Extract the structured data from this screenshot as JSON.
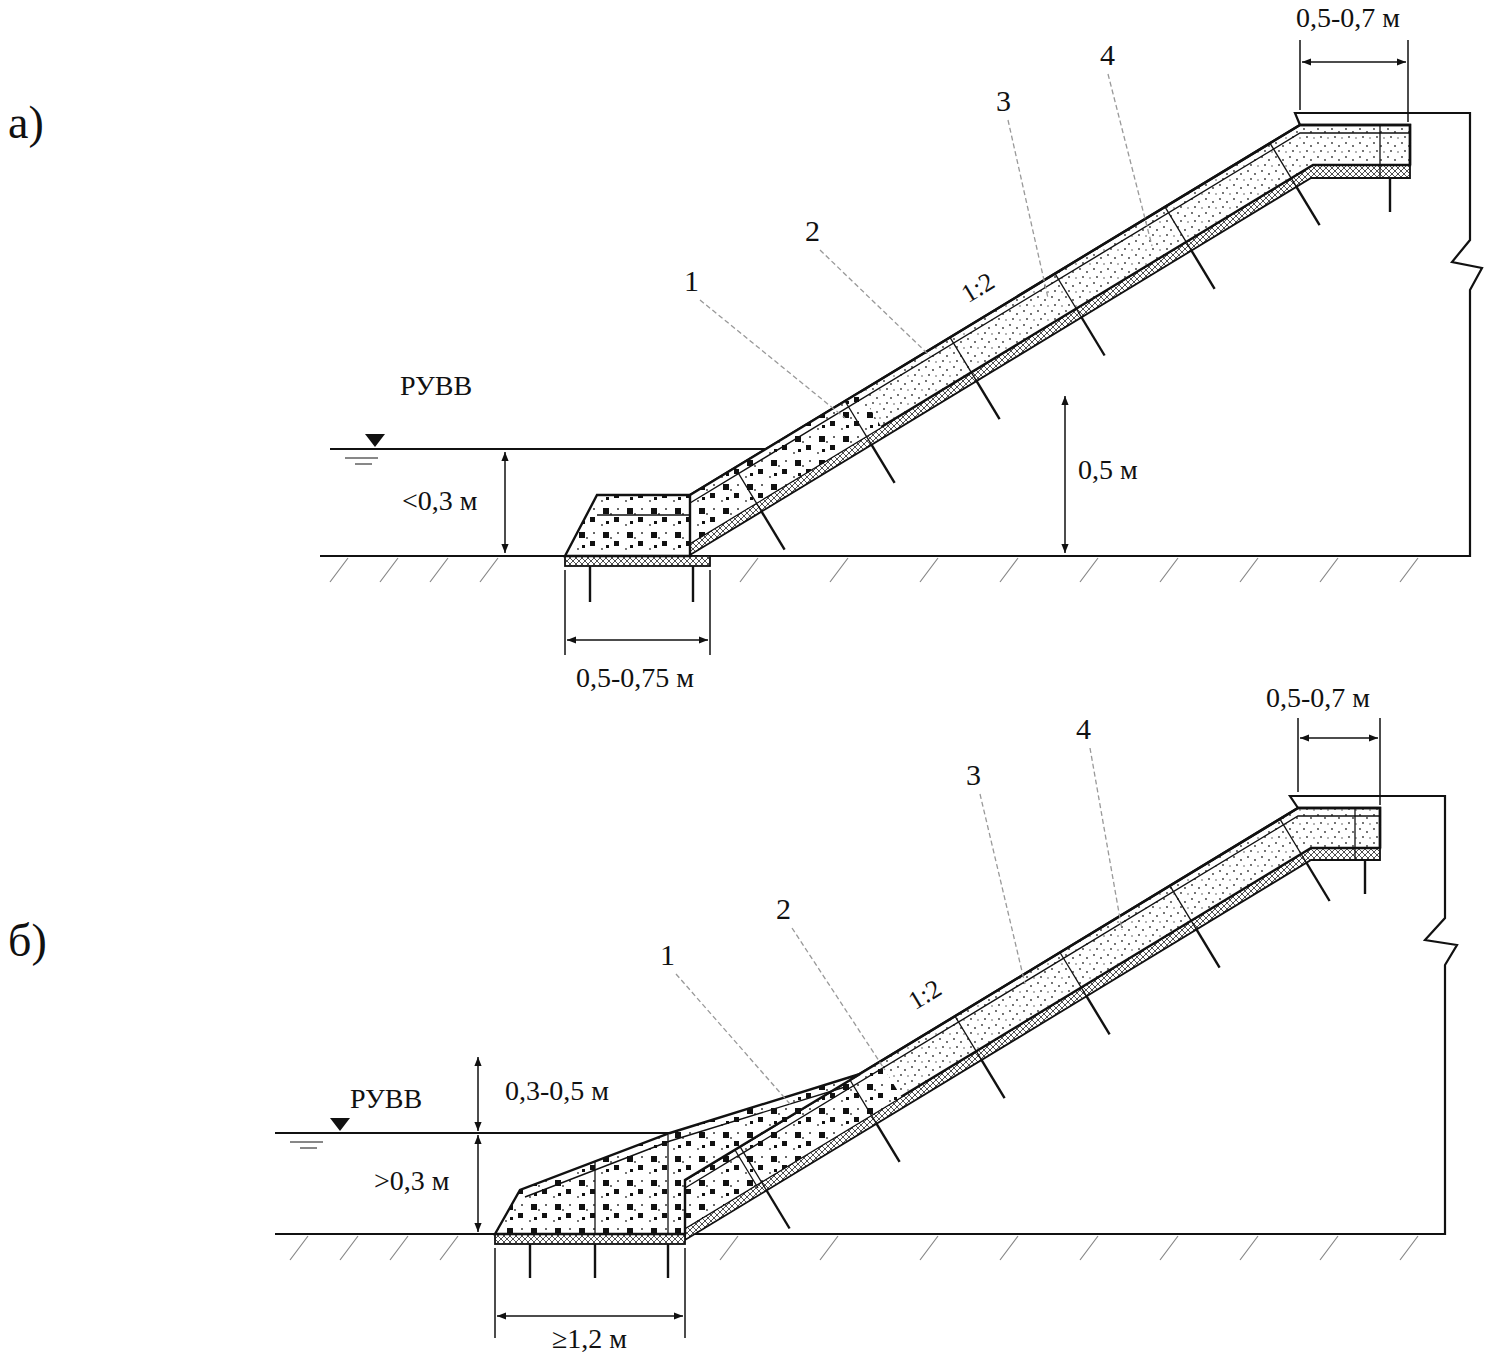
{
  "diagram": {
    "labels": [
      "а)",
      "РУВВ",
      "<0,3 м",
      "0,5-0,75 м",
      "1",
      "2",
      "3",
      "4",
      "1:2",
      "0,5 м",
      "0,5-0,7 м",
      "б)",
      "РУВВ",
      "0,3-0,5 м",
      ">0,3 м",
      "≥1,2 м",
      "1",
      "2",
      "3",
      "4",
      "1:2",
      "0,5-0,7 м"
    ]
  }
}
